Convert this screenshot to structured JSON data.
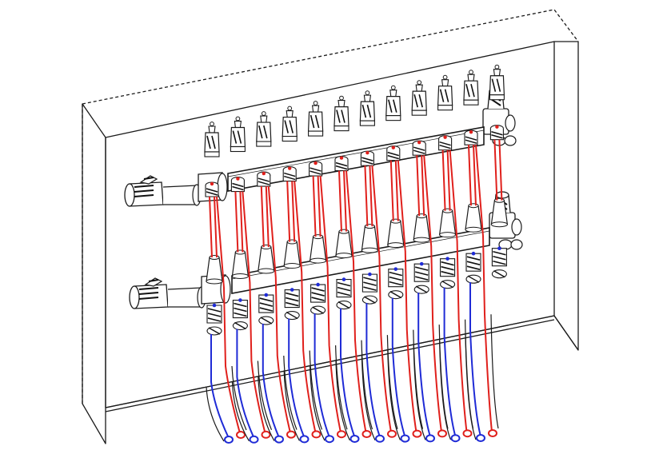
{
  "diagram": {
    "subject": "underfloor-heating-manifold",
    "circuit_count": 11,
    "colors": {
      "outline": "#1a1a1a",
      "background": "#ffffff",
      "supply_pipe": "#e0201c",
      "return_pipe": "#1f2bd6",
      "hatch": "#111111"
    },
    "components": {
      "cabinet": "manifold-cabinet",
      "upper_bar": "supply-manifold-bar",
      "lower_bar": "return-manifold-bar",
      "upper_valve": "supply-ball-valve",
      "lower_valve": "return-ball-valve",
      "upper_vent": "air-vent-upper",
      "lower_vent": "air-vent-lower"
    }
  }
}
